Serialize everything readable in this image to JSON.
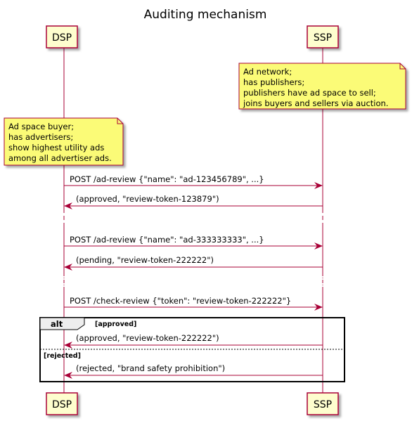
{
  "title": "Auditing mechanism",
  "participants": {
    "dsp": "DSP",
    "ssp": "SSP"
  },
  "notes": {
    "ssp": [
      "Ad network;",
      "has publishers;",
      "publishers have ad space to sell;",
      "joins buyers and sellers via auction."
    ],
    "dsp": [
      "Ad space buyer;",
      "has advertisers;",
      "show highest utility ads",
      "among all advertiser ads."
    ]
  },
  "messages": [
    "POST /ad-review {\"name\": \"ad-123456789\", ...}",
    "(approved, \"review-token-123879\")",
    "POST /ad-review {\"name\": \"ad-333333333\", ...}",
    "(pending, \"review-token-222222\")",
    "POST /check-review {\"token\": \"review-token-222222\"}",
    "(approved, \"review-token-222222\")",
    "(rejected, \"brand safety prohibition\")"
  ],
  "alt": {
    "label": "alt",
    "guard1": "[approved]",
    "guard2": "[rejected]"
  },
  "colors": {
    "actor_fill": "#FEFECE",
    "actor_border": "#A80036",
    "note_fill": "#FBFB77",
    "note_border": "#A80036",
    "arrow": "#A80036",
    "lifeline": "#A80036"
  }
}
